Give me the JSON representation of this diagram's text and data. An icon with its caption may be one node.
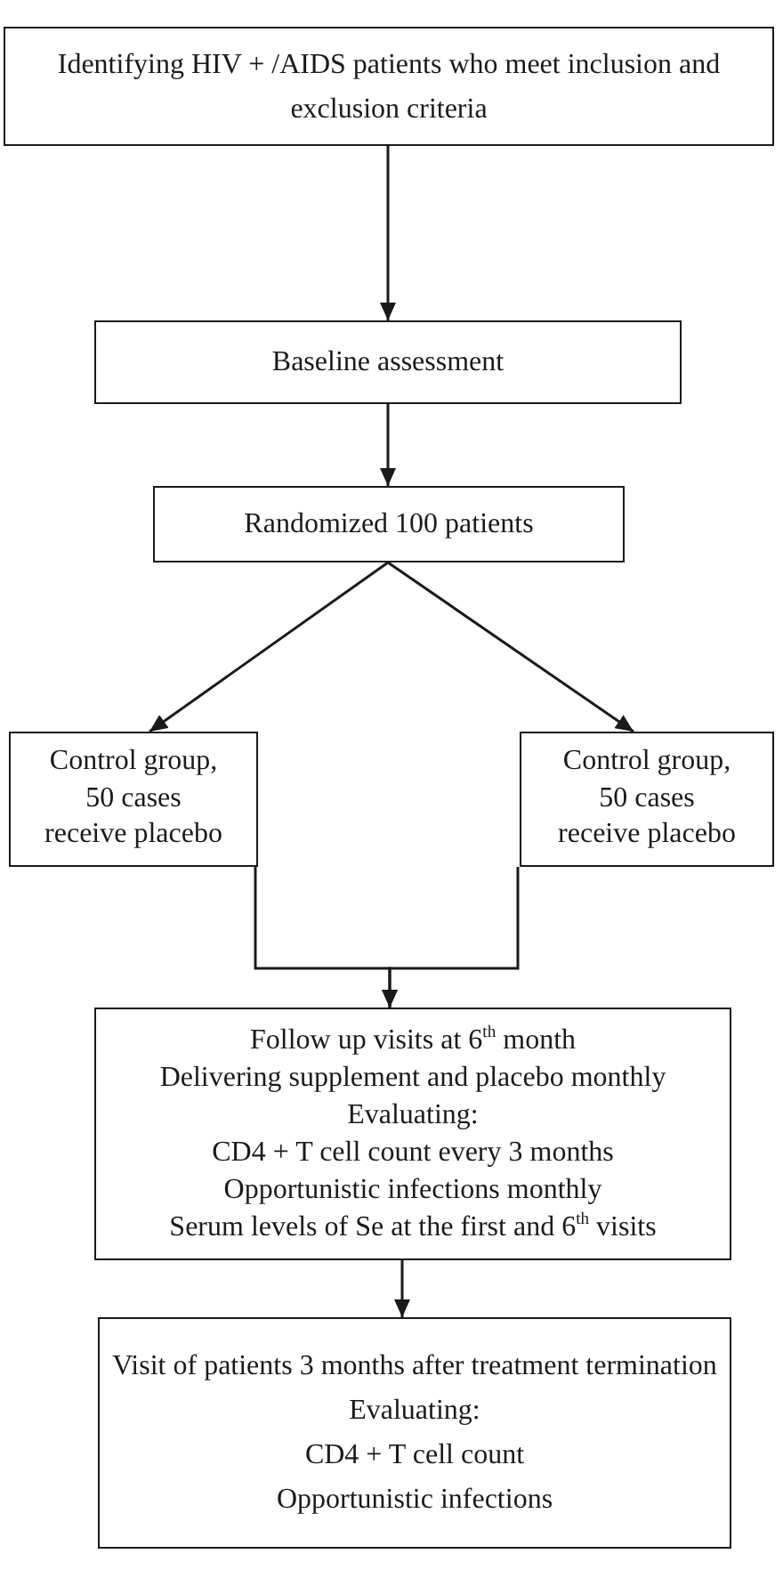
{
  "diagram": {
    "nodes": [
      {
        "text": [
          "Identifying HIV + /AIDS patients who meet inclusion and exclusion criteria"
        ]
      },
      {
        "text": [
          "Baseline assessment"
        ]
      },
      {
        "text": [
          "Randomized 100 patients"
        ]
      },
      {
        "text": [
          "Control group, 50 cases receive placebo"
        ]
      },
      {
        "text": [
          "Control group, 50 cases receive placebo"
        ]
      },
      {
        "text": [
          "Follow up visits at 6$^{th}$ month",
          "Delivering supplement and placebo monthly",
          "Evaluating:",
          "CD4 + T cell count every 3 months",
          "Opportunistic infections monthly",
          "Serum levels of Se at the first and 6$^{th}$ visits"
        ]
      },
      {
        "text": [
          "Visit of patients 3 months after treatment termination",
          "Evaluating:",
          "CD4 + T cell count",
          "Opportunistic infections"
        ]
      }
    ],
    "edges": [
      {
        "from": 0,
        "to": 1,
        "arrow": "to"
      },
      {
        "from": 1,
        "to": 2,
        "arrow": "to"
      },
      {
        "from": 2,
        "to": 3,
        "arrow": "to"
      },
      {
        "from": 2,
        "to": 4,
        "arrow": "to"
      },
      {
        "from": 3,
        "to": 5,
        "arrow": "to"
      },
      {
        "from": 4,
        "to": 5,
        "arrow": "to"
      },
      {
        "from": 5,
        "to": 6,
        "arrow": "to"
      }
    ]
  }
}
